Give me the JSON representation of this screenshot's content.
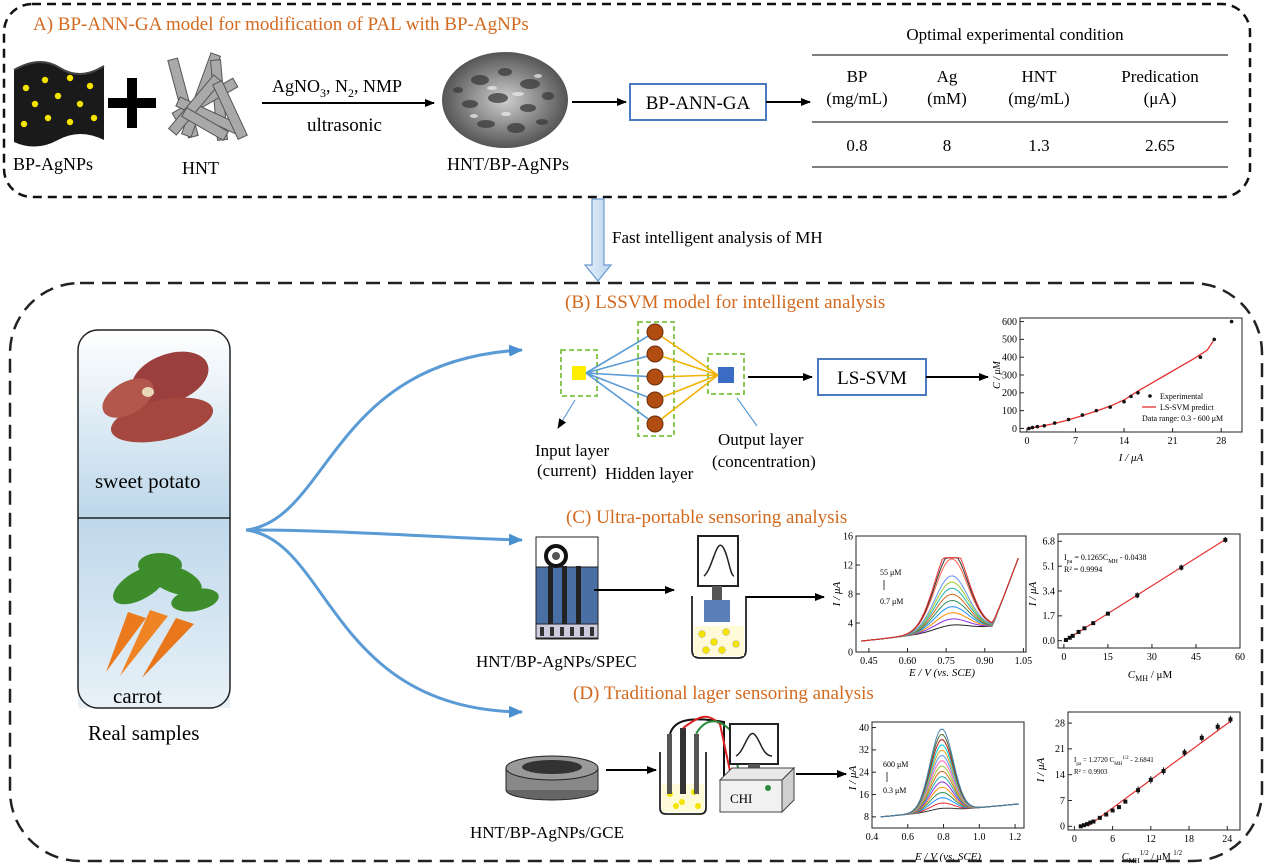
{
  "panel_a": {
    "title": "A) BP-ANN-GA model for modification of PAL with BP-AgNPs",
    "bp_label": "BP-AgNPs",
    "hnt_label": "HNT",
    "reagents_line1": "AgNO",
    "reagents_sub": "3",
    "reagents_mid": ", N",
    "reagents_sub2": "2",
    "reagents_end": ", NMP",
    "condition": "ultrasonic",
    "product_label": "HNT/BP-AgNPs",
    "model_box": "BP-ANN-GA",
    "table": {
      "title": "Optimal experimental  condition",
      "headers": [
        [
          "BP",
          "(mg/mL)"
        ],
        [
          "Ag",
          "(mM)"
        ],
        [
          "HNT",
          "(mg/mL)"
        ],
        [
          "Predication",
          "(μA)"
        ]
      ],
      "values": [
        "0.8",
        "8",
        "1.3",
        "2.65"
      ]
    }
  },
  "transition_label": "Fast intelligent analysis of MH",
  "samples": {
    "top": "sweet potato",
    "bottom": "carrot",
    "caption": "Real samples"
  },
  "panel_b": {
    "title": "(B) LSSVM model for intelligent analysis",
    "input_layer": [
      "Input layer",
      "(current)"
    ],
    "hidden_layer": "Hidden layer",
    "output_layer": [
      "Output layer",
      "(concentration)"
    ],
    "model_box": "LS-SVM",
    "chart": {
      "ylabel": "C / μM",
      "xlabel": "I / μA",
      "xticks": [
        "0",
        "7",
        "14",
        "21",
        "28"
      ],
      "yticks": [
        "0",
        "100",
        "200",
        "300",
        "400",
        "500",
        "600"
      ],
      "legend": [
        "Experimental",
        "LS-SVM predict",
        "Data range: 0.3 - 600 μM"
      ]
    }
  },
  "panel_c": {
    "title": "(C) Ultra-portable  sensoring analysis",
    "electrode_label": "HNT/BP-AgNPs/SPEC",
    "cv": {
      "ylabel": "I / μA",
      "xlabel": "E / V (vs. SCE)",
      "xticks": [
        "0.45",
        "0.60",
        "0.75",
        "0.90",
        "1.05"
      ],
      "yticks": [
        "0",
        "4",
        "8",
        "12",
        "16"
      ],
      "annot_top": "55 μM",
      "annot_bottom": "0.7 μM"
    },
    "cal": {
      "ylabel": "I / μA",
      "xlabel": "C",
      "xlabel_sub": "MH",
      "xlabel_unit": " / μM",
      "xticks": [
        "0",
        "15",
        "30",
        "45",
        "60"
      ],
      "yticks": [
        "0.0",
        "1.7",
        "3.4",
        "5.1",
        "6.8"
      ],
      "eq": "I",
      "eq_sub": "pa",
      "eq_rest": " = 0.1265C",
      "eq_sub2": "MH",
      "eq_end": " - 0.0438",
      "r2": "R² = 0.9994"
    }
  },
  "panel_d": {
    "title": "(D) Traditional lager sensoring analysis",
    "electrode_label": "HNT/BP-AgNPs/GCE",
    "instrument": "CHI",
    "dpv": {
      "ylabel": "I / μA",
      "xlabel": "E / V (vs. SCE)",
      "xticks": [
        "0.4",
        "0.6",
        "0.8",
        "1.0",
        "1.2"
      ],
      "yticks": [
        "8",
        "16",
        "24",
        "32",
        "40"
      ],
      "annot_top": "600 μM",
      "annot_bottom": "0.3 μM"
    },
    "cal": {
      "ylabel": "I / μA",
      "xlabel": "C",
      "xlabel_sub": "MH",
      "xlabel_sup": "1/2",
      "xlabel_unit": " / μM ",
      "xlabel_sup2": "1/2",
      "xticks": [
        "0",
        "6",
        "12",
        "18",
        "24"
      ],
      "yticks": [
        "0",
        "7",
        "14",
        "21",
        "28"
      ],
      "eq": "I",
      "eq_sub": "pa",
      "eq_rest": " = 1.2720 C",
      "eq_sub2": "MH",
      "eq_sup": "1/2",
      "eq_end": " - 2.6841",
      "r2": "R² = 0.9903"
    }
  },
  "chart_data": [
    {
      "type": "scatter",
      "title": "",
      "xlabel": "I / μA",
      "ylabel": "C / μM",
      "xlim": [
        -1,
        31
      ],
      "ylim": [
        -20,
        620
      ],
      "series": [
        {
          "name": "Experimental",
          "x": [
            0.3,
            0.8,
            1.5,
            2.5,
            4,
            6,
            8,
            10,
            12,
            14,
            15,
            16,
            25,
            27,
            29.5
          ],
          "y": [
            0.3,
            5,
            10,
            15,
            30,
            50,
            75,
            100,
            120,
            150,
            180,
            200,
            400,
            500,
            600
          ]
        },
        {
          "name": "LS-SVM predict",
          "x": [
            0,
            2,
            4,
            6,
            8,
            10,
            12,
            14,
            16,
            18,
            20,
            22,
            24,
            26,
            27
          ],
          "y": [
            0,
            12,
            28,
            48,
            72,
            98,
            125,
            160,
            210,
            255,
            300,
            345,
            390,
            440,
            500
          ]
        }
      ]
    },
    {
      "type": "line",
      "xlabel": "E / V (vs. SCE)",
      "ylabel": "I / μA",
      "xlim": [
        0.4,
        1.06
      ],
      "ylim": [
        0,
        16
      ]
    },
    {
      "type": "scatter",
      "xlabel": "C MH / μM",
      "ylabel": "I / μA",
      "xlim": [
        -2,
        60
      ],
      "ylim": [
        -0.5,
        7.3
      ],
      "series": [
        {
          "name": "",
          "x": [
            0.7,
            2,
            3,
            5,
            7,
            10,
            15,
            25,
            40,
            55
          ],
          "y": [
            0.05,
            0.2,
            0.33,
            0.6,
            0.85,
            1.2,
            1.85,
            3.1,
            5.0,
            6.9
          ]
        }
      ]
    },
    {
      "type": "line",
      "xlabel": "E / V (vs. SCE)",
      "ylabel": "I / μA",
      "xlim": [
        0.4,
        1.25
      ],
      "ylim": [
        4,
        42
      ]
    },
    {
      "type": "scatter",
      "xlabel": "C MH 1/2 / μM 1/2",
      "ylabel": "I / μA",
      "xlim": [
        -1,
        26
      ],
      "ylim": [
        -1,
        31
      ],
      "series": [
        {
          "name": "",
          "x": [
            1,
            1.5,
            2,
            2.5,
            3,
            4,
            5,
            6,
            7,
            8,
            10,
            12,
            14,
            17.3,
            20,
            22.5,
            24.5
          ],
          "y": [
            0,
            0.3,
            0.6,
            1,
            1.3,
            2.3,
            3.2,
            4.3,
            5.2,
            6.7,
            9.8,
            12.6,
            15,
            20,
            24,
            27,
            29
          ]
        }
      ]
    }
  ]
}
